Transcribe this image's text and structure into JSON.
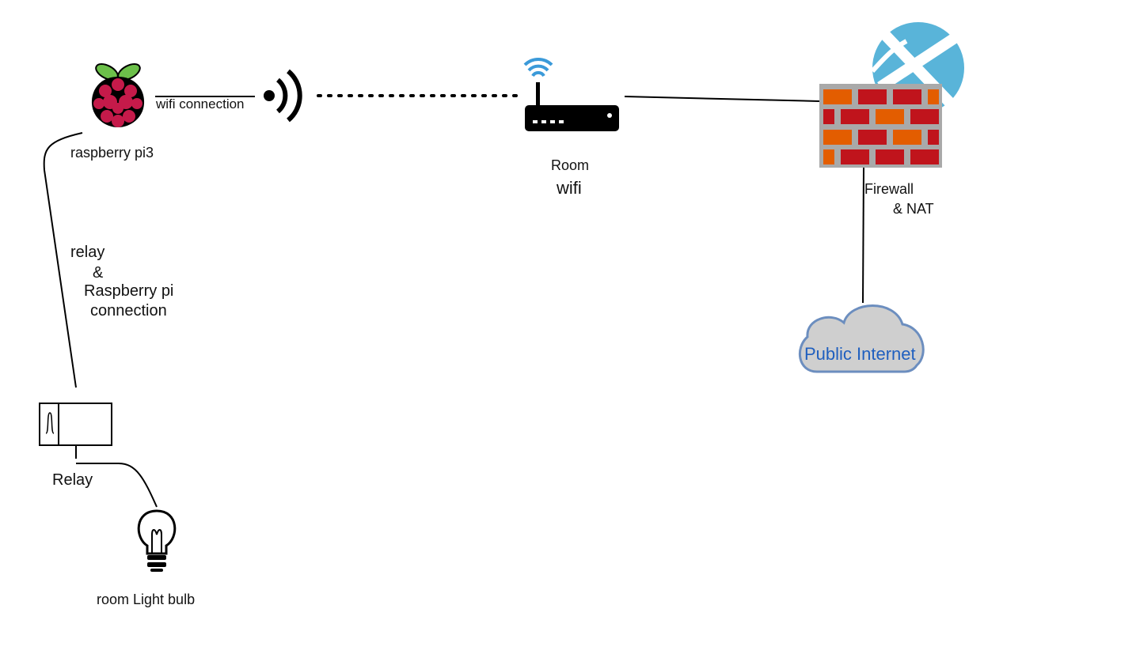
{
  "nodes": {
    "raspberry_pi": {
      "label": "raspberry pi3",
      "icon": "raspberry-pi-icon"
    },
    "wireless_signal": {
      "icon": "wireless-signal-icon"
    },
    "router": {
      "label_line1": "Room",
      "label_line2": "wifi",
      "icon": "wifi-router-icon"
    },
    "firewall": {
      "label_line1": "Firewall",
      "label_line2": "& NAT",
      "icon": "firewall-brick-icon"
    },
    "azure": {
      "icon": "azure-logo-icon"
    },
    "internet": {
      "label": "Public Internet",
      "icon": "cloud-icon"
    },
    "relay": {
      "label": "Relay",
      "icon": "relay-icon"
    },
    "bulb": {
      "label": "room Light bulb",
      "icon": "light-bulb-icon"
    }
  },
  "edges": {
    "wifi_link": {
      "label": "wifi connection"
    },
    "pi_relay": {
      "label_line1": "relay",
      "label_line2": "&",
      "label_line3": "Raspberry pi",
      "label_line4": "connection"
    }
  },
  "colors": {
    "raspberry_red": "#c51a4a",
    "raspberry_leaf": "#6cc04a",
    "wifi_blue": "#3b9ad9",
    "brick_red": "#c0141c",
    "brick_orange": "#e35d00",
    "mortar_gray": "#a9a9a9",
    "azure_blue": "#59b4d9",
    "cloud_fill": "#cfcfcf",
    "cloud_stroke": "#6c8ebf",
    "internet_text": "#1f5fbf"
  }
}
